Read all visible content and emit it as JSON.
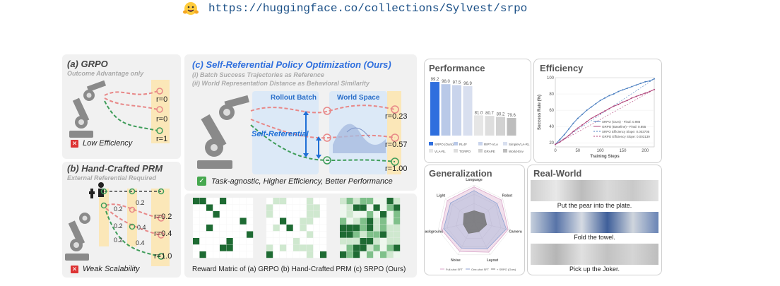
{
  "header": {
    "url": "https://huggingface.co/collections/Sylvest/srpo"
  },
  "panel_a": {
    "title": "(a) GRPO",
    "subtitle": "Outcome Advantage only",
    "rewards": [
      "r=0",
      "r=0",
      "r=1"
    ],
    "badge": "Low Efficiency"
  },
  "panel_b": {
    "title": "(b) Hand-Crafted PRM",
    "subtitle": "External Referential Required",
    "step_values": [
      "0.2",
      "0.2",
      "0.2",
      "0.4",
      "0.2",
      "0.4"
    ],
    "rewards": [
      "r=0.2",
      "r=0.4",
      "r=1.0"
    ],
    "badge": "Weak Scalability"
  },
  "panel_c": {
    "title": "(c) Self-Referential Policy Optimization (Ours)",
    "line1": "(i) Batch Success Trajectories as Reference",
    "line2": "(ii) World Representation Distance as Behavioral Similarity",
    "rollout_label": "Rollout Batch",
    "world_label": "World Space",
    "self_ref_label": "Self-Referential",
    "rewards": [
      "r=0.23",
      "r=0.57",
      "r=1.00"
    ],
    "badge": "Task-agnostic, Higher Efficiency, Better Performance"
  },
  "reward_matrix": {
    "caption": "Reward Matric of (a) GRPO (b) Hand-Crafted PRM (c) SRPO (Ours)"
  },
  "performance": {
    "title": "Performance",
    "legend": [
      "SRPO (Ours)",
      "RL4F",
      "RIPT-VLA",
      "SimpleVLA-RL",
      "VLA-RL",
      "TGRPO",
      "GRAPE",
      "World-Env"
    ],
    "chart_data": {
      "type": "bar",
      "values": [
        99.2,
        98.0,
        97.5,
        96.9,
        81.0,
        80.7,
        80.2,
        79.6
      ],
      "labels": [
        "99.2",
        "98.0",
        "97.5",
        "96.9",
        "81.0",
        "80.7",
        "80.2",
        "79.6"
      ],
      "colors": [
        "#2f6fde",
        "#b9c9e8",
        "#c9d4ec",
        "#d8dfef",
        "#e6e6e6",
        "#dedede",
        "#d2d2d2",
        "#bdbdbd"
      ]
    }
  },
  "efficiency": {
    "title": "Efficiency",
    "chart_data": {
      "type": "line",
      "ylabel": "Success Rate (%)",
      "xlabel": "Training Steps",
      "xticks": [
        "0",
        "50",
        "100",
        "150",
        "200"
      ],
      "yticks": [
        "20",
        "40",
        "60",
        "80",
        "100"
      ],
      "xlim": [
        0,
        220
      ],
      "ylim": [
        15,
        100
      ],
      "legend": [
        "SRPO (Ours) - Final: 0.986",
        "GRPO (Baseline) - Final: 0.855",
        "SRPO Efficiency Slope: 0.003705",
        "GRPO Efficiency Slope: 0.003139"
      ],
      "series": [
        {
          "x": [
            0,
            10,
            20,
            30,
            40,
            50,
            60,
            70,
            80,
            90,
            100,
            110,
            120,
            130,
            140,
            150,
            160,
            170,
            180,
            190,
            200,
            210,
            220
          ],
          "values": [
            18,
            24,
            30,
            37,
            44,
            50,
            55,
            60,
            64,
            68,
            72,
            75,
            78,
            80,
            83,
            85,
            87,
            89,
            91,
            93,
            95,
            96,
            98.6
          ]
        },
        {
          "x": [
            0,
            10,
            20,
            30,
            40,
            50,
            60,
            70,
            80,
            90,
            100,
            110,
            120,
            130,
            140,
            150,
            160,
            170,
            180,
            190,
            200,
            210,
            220
          ],
          "values": [
            18,
            21,
            25,
            29,
            34,
            38,
            42,
            46,
            50,
            53,
            56,
            59,
            62,
            65,
            67,
            70,
            72,
            75,
            77,
            79,
            81,
            83,
            85.5
          ]
        }
      ],
      "colors": [
        "#4a7ec0",
        "#b0437a",
        "#4a7ec0",
        "#b0437a"
      ]
    }
  },
  "generalization": {
    "title": "Generalization",
    "chart_data": {
      "type": "radar",
      "axes": [
        "Language",
        "Robot",
        "Camera",
        "Layout",
        "Noise",
        "Background",
        "Light"
      ],
      "series": [
        {
          "values": [
            0.95,
            0.95,
            0.95,
            0.92,
            0.9,
            0.92,
            0.93
          ]
        },
        {
          "values": [
            0.85,
            0.8,
            0.9,
            0.82,
            0.8,
            0.85,
            0.82
          ]
        },
        {
          "values": [
            0.3,
            0.35,
            0.35,
            0.3,
            0.35,
            0.3,
            0.35
          ]
        }
      ],
      "legend": [
        "Full-shot SFT",
        "One-shot SFT",
        "+ SRPO (Ours)"
      ],
      "colors": [
        "#d9a6c9",
        "#8da2d2",
        "#7a7a7a"
      ]
    }
  },
  "real_world": {
    "title": "Real-World",
    "tasks": [
      "Put the pear into the plate.",
      "Fold the towel.",
      "Pick up the Joker."
    ]
  }
}
